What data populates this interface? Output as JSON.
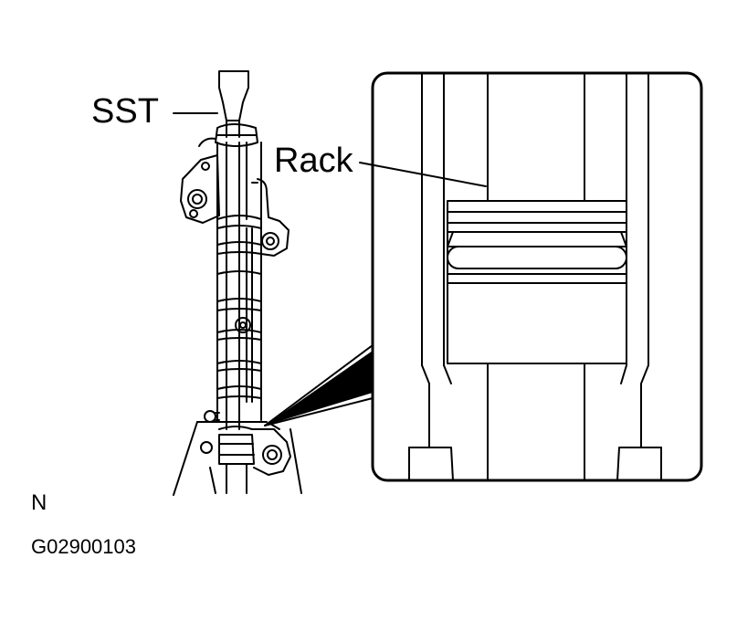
{
  "labels": {
    "sst": "SST",
    "rack": "Rack",
    "view_letter": "N",
    "figure_code": "G02900103"
  },
  "colors": {
    "ink": "#000000",
    "paper": "#ffffff"
  }
}
